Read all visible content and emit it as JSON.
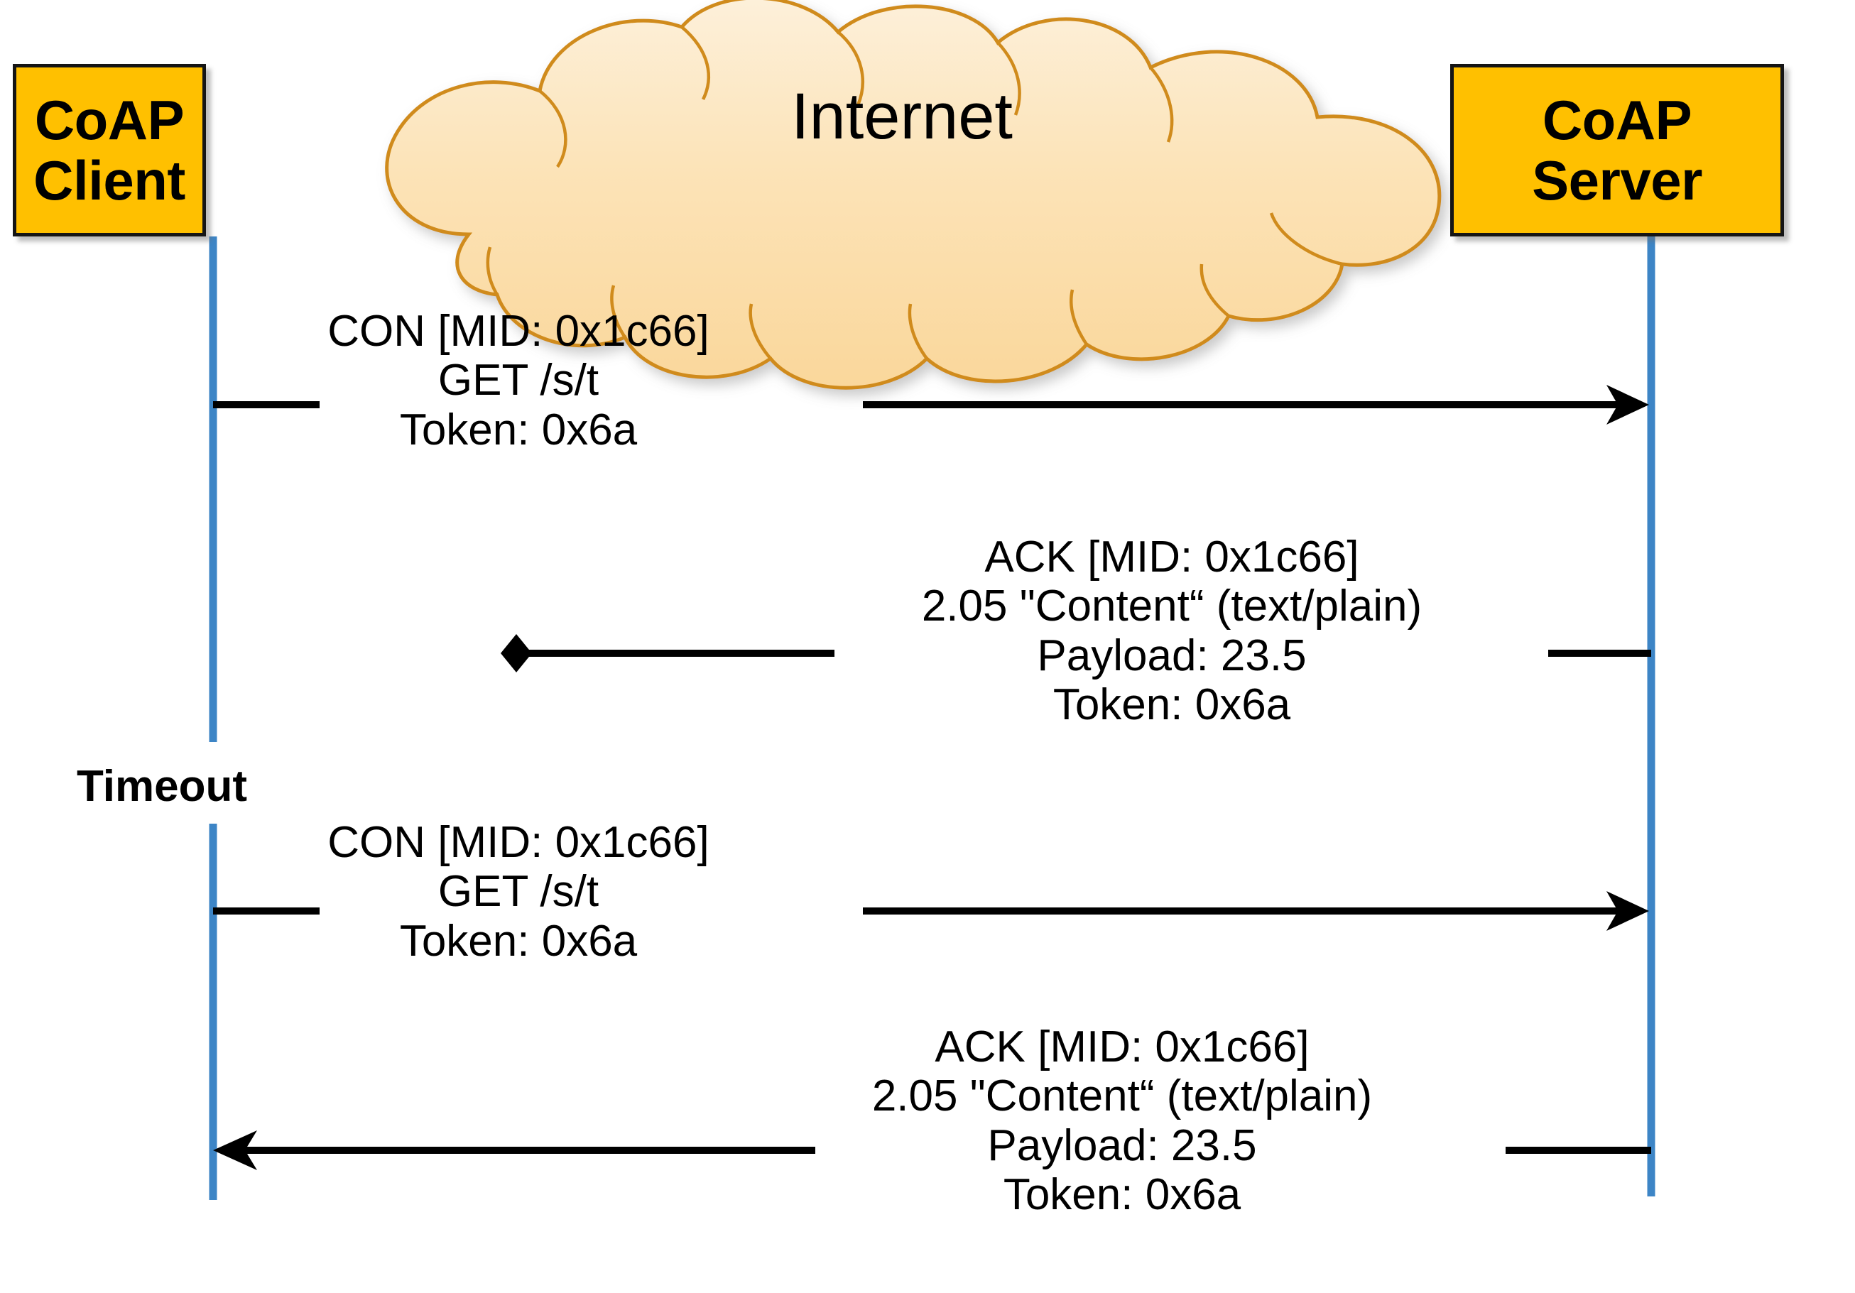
{
  "diagram": {
    "title": "CoAP confirmable message exchange with retransmission",
    "colors": {
      "node_fill": "#FFC000",
      "node_border": "#151515",
      "cloud_fill": "#FCE3B7",
      "cloud_stroke": "#D08B1E",
      "lifeline": "#3D85C6",
      "arrow": "#000000"
    },
    "nodes": {
      "client": {
        "line1": "CoAP",
        "line2": "Client"
      },
      "server": {
        "line1": "CoAP",
        "line2": "Server"
      }
    },
    "cloud": {
      "label": "Internet"
    },
    "annotations": {
      "timeout": "Timeout"
    },
    "messages": [
      {
        "id": "con-request-1",
        "direction": "client-to-server",
        "delivered": true,
        "lines": [
          "CON [MID: 0x1c66]",
          "GET /s/t",
          "Token: 0x6a"
        ]
      },
      {
        "id": "ack-response-1",
        "direction": "server-to-client",
        "delivered": false,
        "lines": [
          "ACK [MID: 0x1c66]",
          "2.05 \"Content“ (text/plain)",
          "Payload: 23.5",
          "Token: 0x6a"
        ]
      },
      {
        "id": "con-request-2",
        "direction": "client-to-server",
        "delivered": true,
        "lines": [
          "CON [MID: 0x1c66]",
          "GET /s/t",
          "Token: 0x6a"
        ]
      },
      {
        "id": "ack-response-2",
        "direction": "server-to-client",
        "delivered": true,
        "lines": [
          "ACK [MID: 0x1c66]",
          "2.05 \"Content“ (text/plain)",
          "Payload: 23.5",
          "Token: 0x6a"
        ]
      }
    ]
  }
}
